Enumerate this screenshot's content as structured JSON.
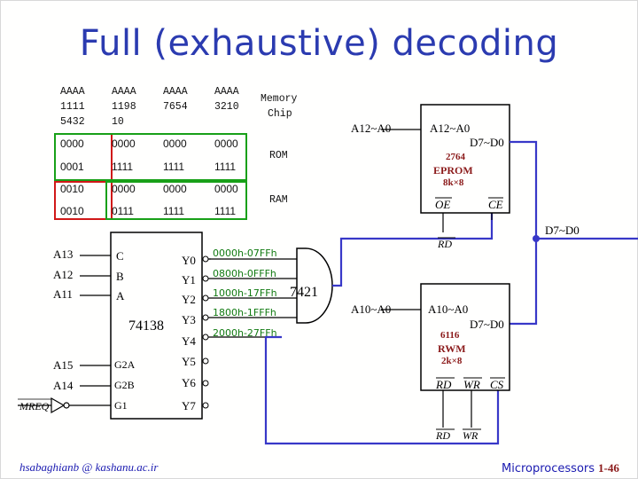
{
  "title": "Full (exhaustive) decoding",
  "table": {
    "headers": [
      [
        "AAAA",
        "1111",
        "5432"
      ],
      [
        "AAAA",
        "1198",
        "10"
      ],
      [
        "AAAA",
        "7654",
        ""
      ],
      [
        "AAAA",
        "3210",
        ""
      ]
    ],
    "memory_header": [
      "Memory",
      "Chip"
    ],
    "rows": [
      [
        "0000",
        "0000",
        "0000",
        "0000"
      ],
      [
        "0001",
        "1111",
        "1111",
        "1111"
      ],
      [
        "0010",
        "0000",
        "0000",
        "0000"
      ],
      [
        "0010",
        "0111",
        "1111",
        "1111"
      ]
    ],
    "chip_labels": [
      "ROM",
      "RAM"
    ]
  },
  "decoder": {
    "name": "74138",
    "inputs": [
      "C",
      "B",
      "A",
      "G2A",
      "G2B",
      "G1"
    ],
    "outputs": [
      "Y0",
      "Y1",
      "Y2",
      "Y3",
      "Y4",
      "Y5",
      "Y6",
      "Y7"
    ],
    "address_lines": [
      "A13",
      "A12",
      "A11",
      "A15",
      "A14"
    ],
    "mreq_label": "MREQ",
    "output_ranges": [
      "0000h-07FFh",
      "0800h-0FFFh",
      "1000h-17FFh",
      "1800h-1FFFh",
      "2000h-27FFh"
    ]
  },
  "gate": {
    "name": "7421"
  },
  "eprom": {
    "addr_in": "A12~A0",
    "addr_pin": "A12~A0",
    "data_pin": "D7~D0",
    "part": "2764",
    "type": "EPROM",
    "size": "8k×8",
    "oe": "OE",
    "ce": "CE",
    "rd_label": "RD"
  },
  "data_bus_label": "D7~D0",
  "ram": {
    "addr_in": "A10~A0",
    "addr_pin": "A10~A0",
    "data_pin": "D7~D0",
    "part": "6116",
    "type": "RWM",
    "size": "2k×8",
    "rd": "RD",
    "wr": "WR",
    "cs": "CS",
    "rd_label": "RD",
    "wr_label": "WR"
  },
  "footer": {
    "email": "hsabaghianb @ kashanu.ac.ir",
    "course": "Microprocessors",
    "page": "1-46"
  },
  "colors": {
    "title": "#2b3bb0",
    "wire_blue": "#3838c8",
    "range_green": "#117a11",
    "highlight_red": "#d01818",
    "highlight_green": "#18a018",
    "chip_text": "#8b1a1a",
    "footer_blue": "#1a1ab0"
  }
}
